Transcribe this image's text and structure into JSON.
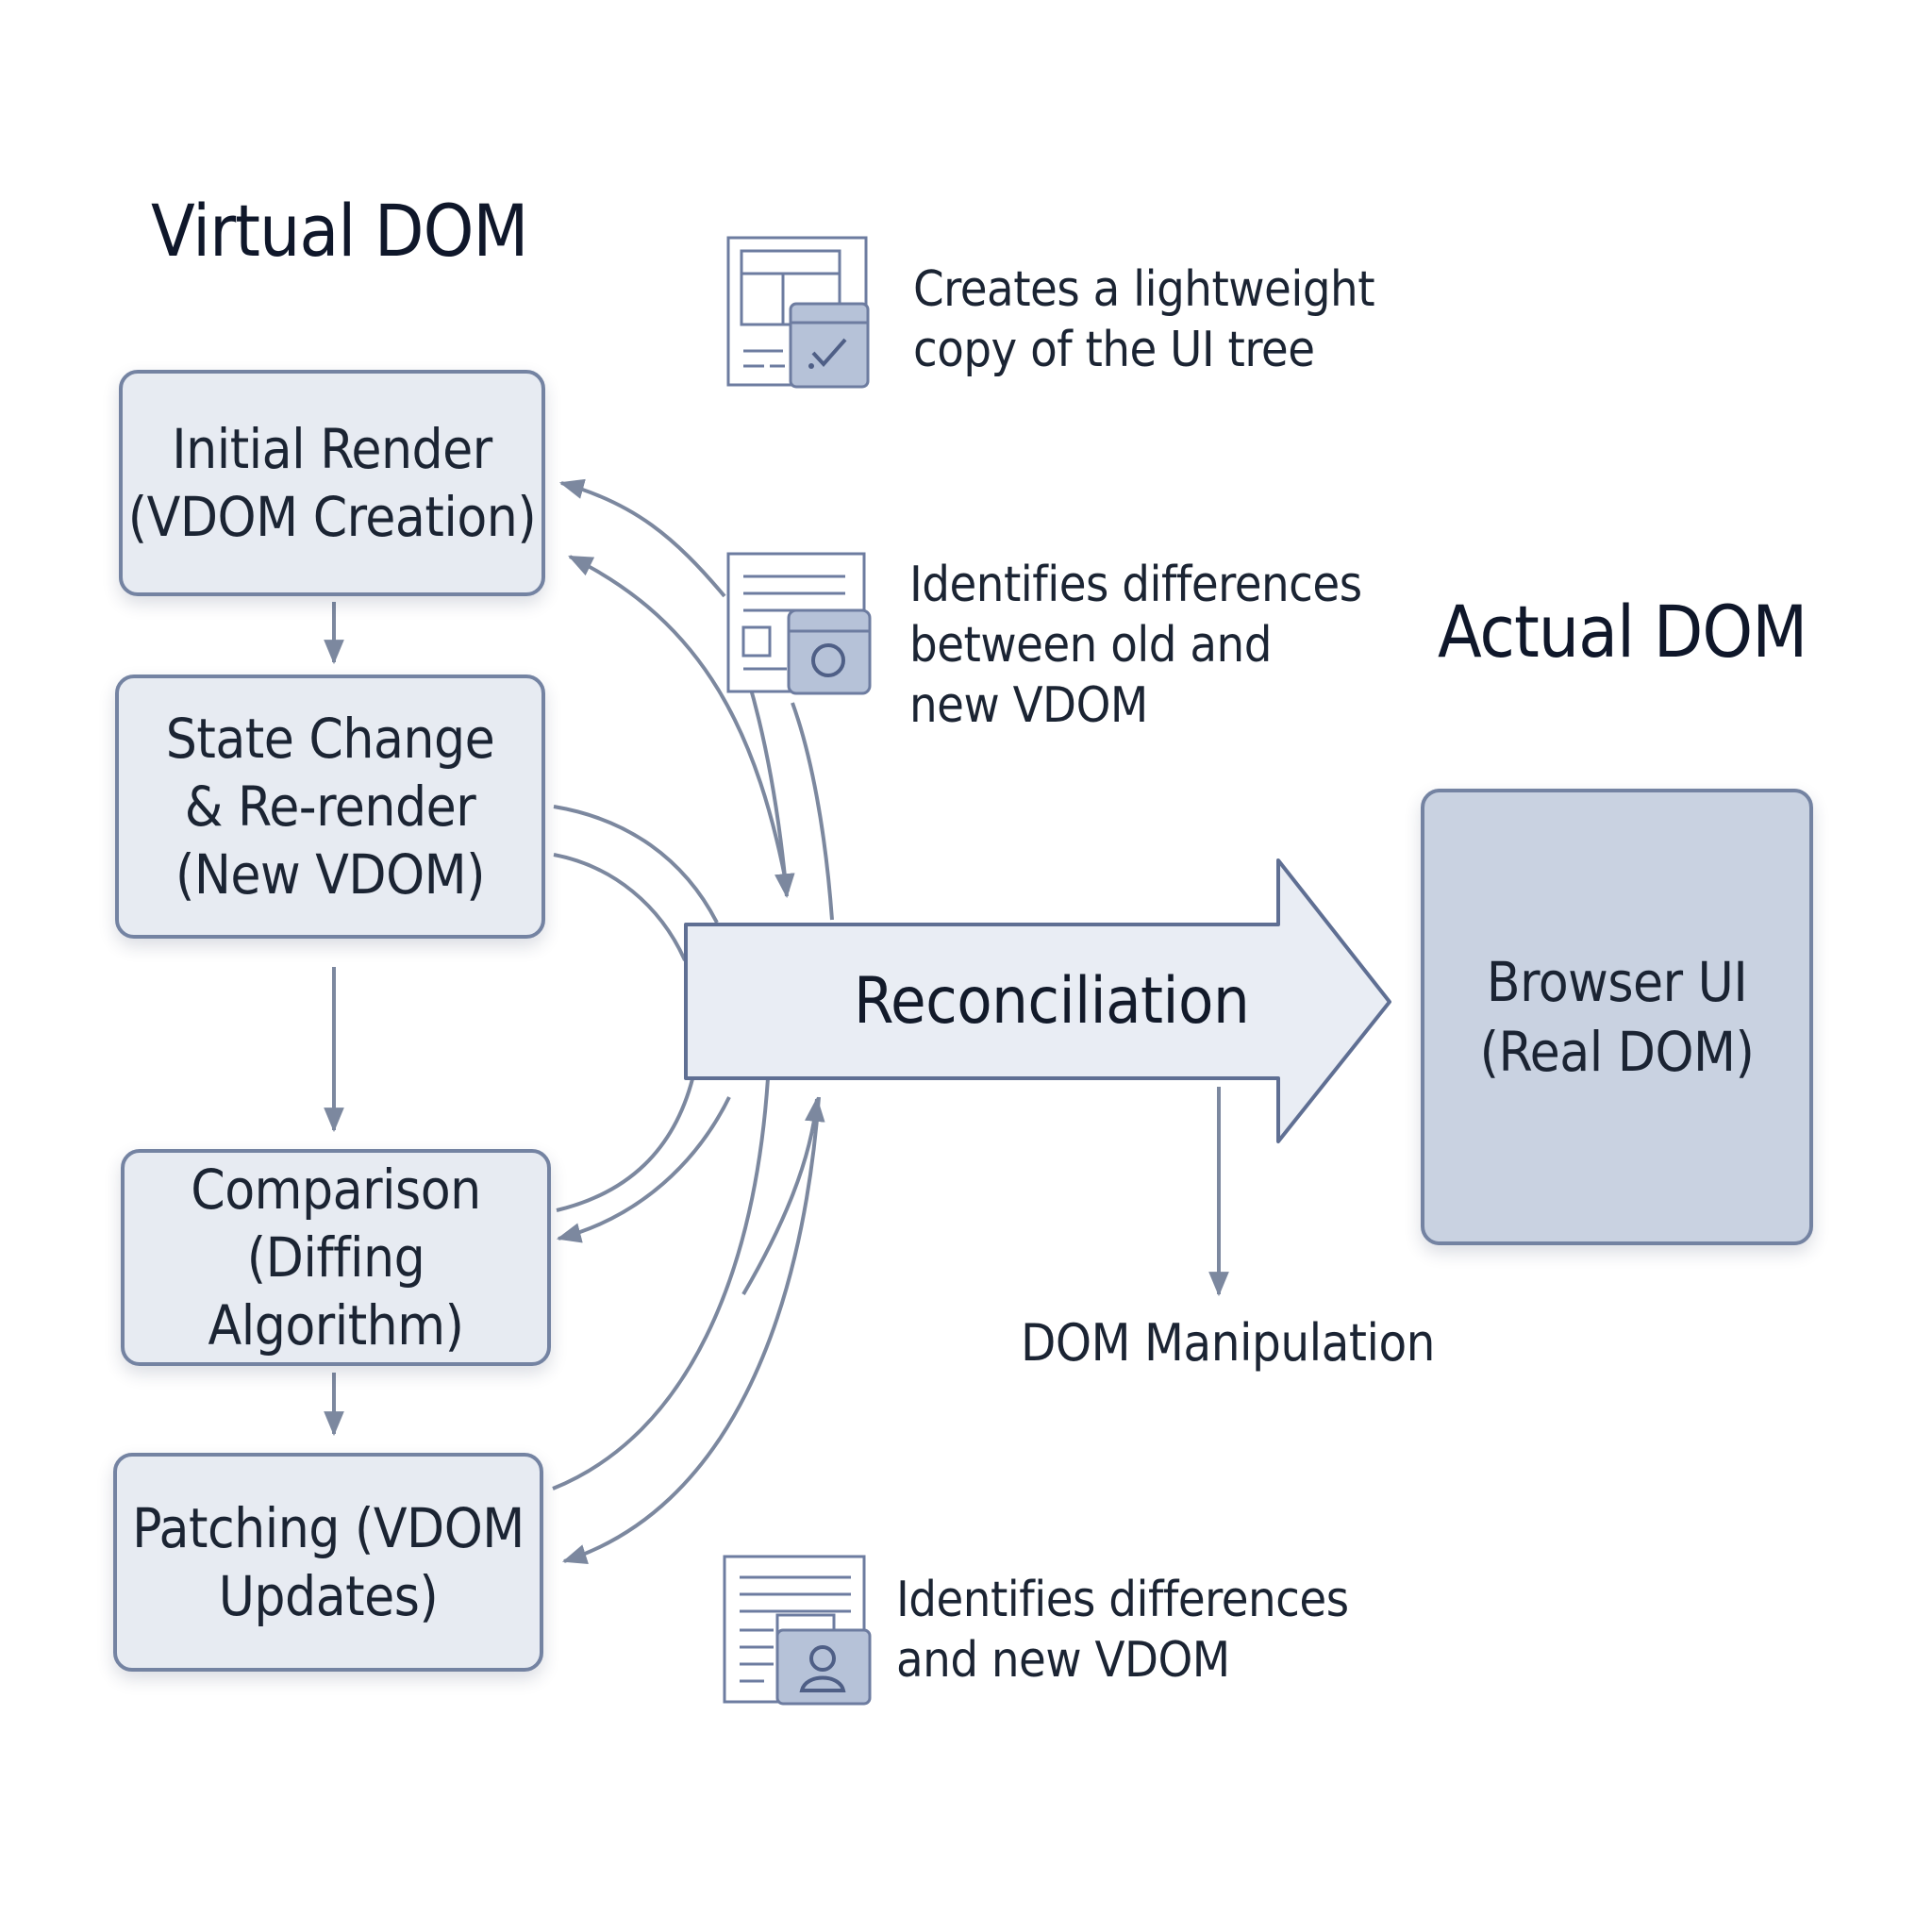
{
  "headings": {
    "virtual_dom": "Virtual DOM",
    "actual_dom": "Actual DOM"
  },
  "steps": [
    {
      "label": "Initial Render\n(VDOM Creation)"
    },
    {
      "label": "State Change\n& Re-render\n(New VDOM)"
    },
    {
      "label": "Comparison\n(Diffing Algorithm)"
    },
    {
      "label": "Patching (VDOM\nUpdates)"
    }
  ],
  "reconciliation": {
    "label": "Reconciliation"
  },
  "browser": {
    "label": "Browser UI\n(Real DOM)"
  },
  "dom_manipulation": {
    "label": "DOM Manipulation"
  },
  "notes": [
    {
      "text": "Creates a lightweight\n copy of the UI tree",
      "icon": "ui-tree-check-icon"
    },
    {
      "text": "Identifies differences\nbetween old and\nnew VDOM",
      "icon": "document-compare-icon"
    },
    {
      "text": "Identifies differences\nand new VDOM",
      "icon": "document-user-icon"
    }
  ],
  "colors": {
    "box_fill": "#e7ebf2",
    "box_border": "#7483a2",
    "real_dom_fill": "#c9d2e1",
    "connector": "#7c889f",
    "arrow_fill": "#e9edf4",
    "arrow_border": "#5f6f93"
  }
}
